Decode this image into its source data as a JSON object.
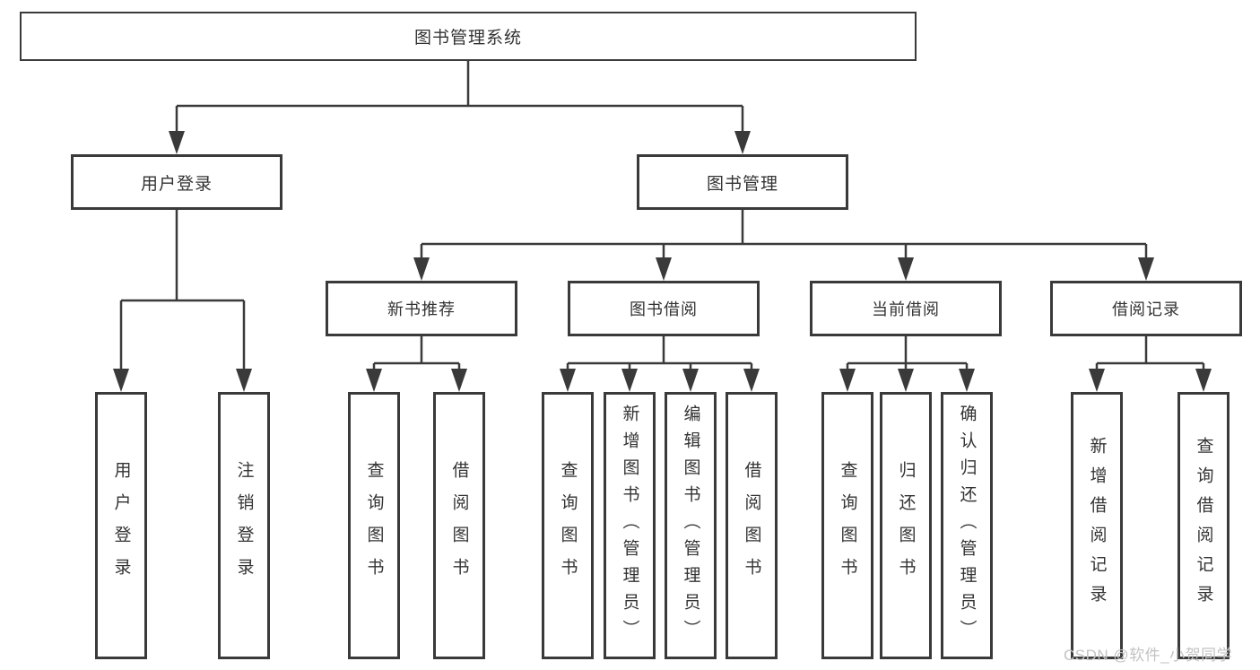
{
  "diagram": {
    "tree": {
      "label": "图书管理系统",
      "children": [
        {
          "label": "用户登录",
          "children": [
            {
              "label": "用户登录"
            },
            {
              "label": "注销登录"
            }
          ]
        },
        {
          "label": "图书管理",
          "children": [
            {
              "label": "新书推荐",
              "children": [
                {
                  "label": "查询图书"
                },
                {
                  "label": "借阅图书"
                }
              ]
            },
            {
              "label": "图书借阅",
              "children": [
                {
                  "label": "查询图书"
                },
                {
                  "label": "新增图书（管理员）"
                },
                {
                  "label": "编辑图书（管理员）"
                },
                {
                  "label": "借阅图书"
                }
              ]
            },
            {
              "label": "当前借阅",
              "children": [
                {
                  "label": "查询图书"
                },
                {
                  "label": "归还图书"
                },
                {
                  "label": "确认归还（管理员）"
                }
              ]
            },
            {
              "label": "借阅记录",
              "children": [
                {
                  "label": "新增借阅记录"
                },
                {
                  "label": "查询借阅记录"
                }
              ]
            }
          ]
        }
      ]
    },
    "watermark": "CSDN @软件_小贺同学",
    "colors": {
      "line": "#3a3a3a",
      "box_border": "#3a3a3a",
      "box_fill": "#ffffff",
      "text": "#333333",
      "watermark": "#c3c3c3",
      "background": "#ffffff"
    }
  }
}
